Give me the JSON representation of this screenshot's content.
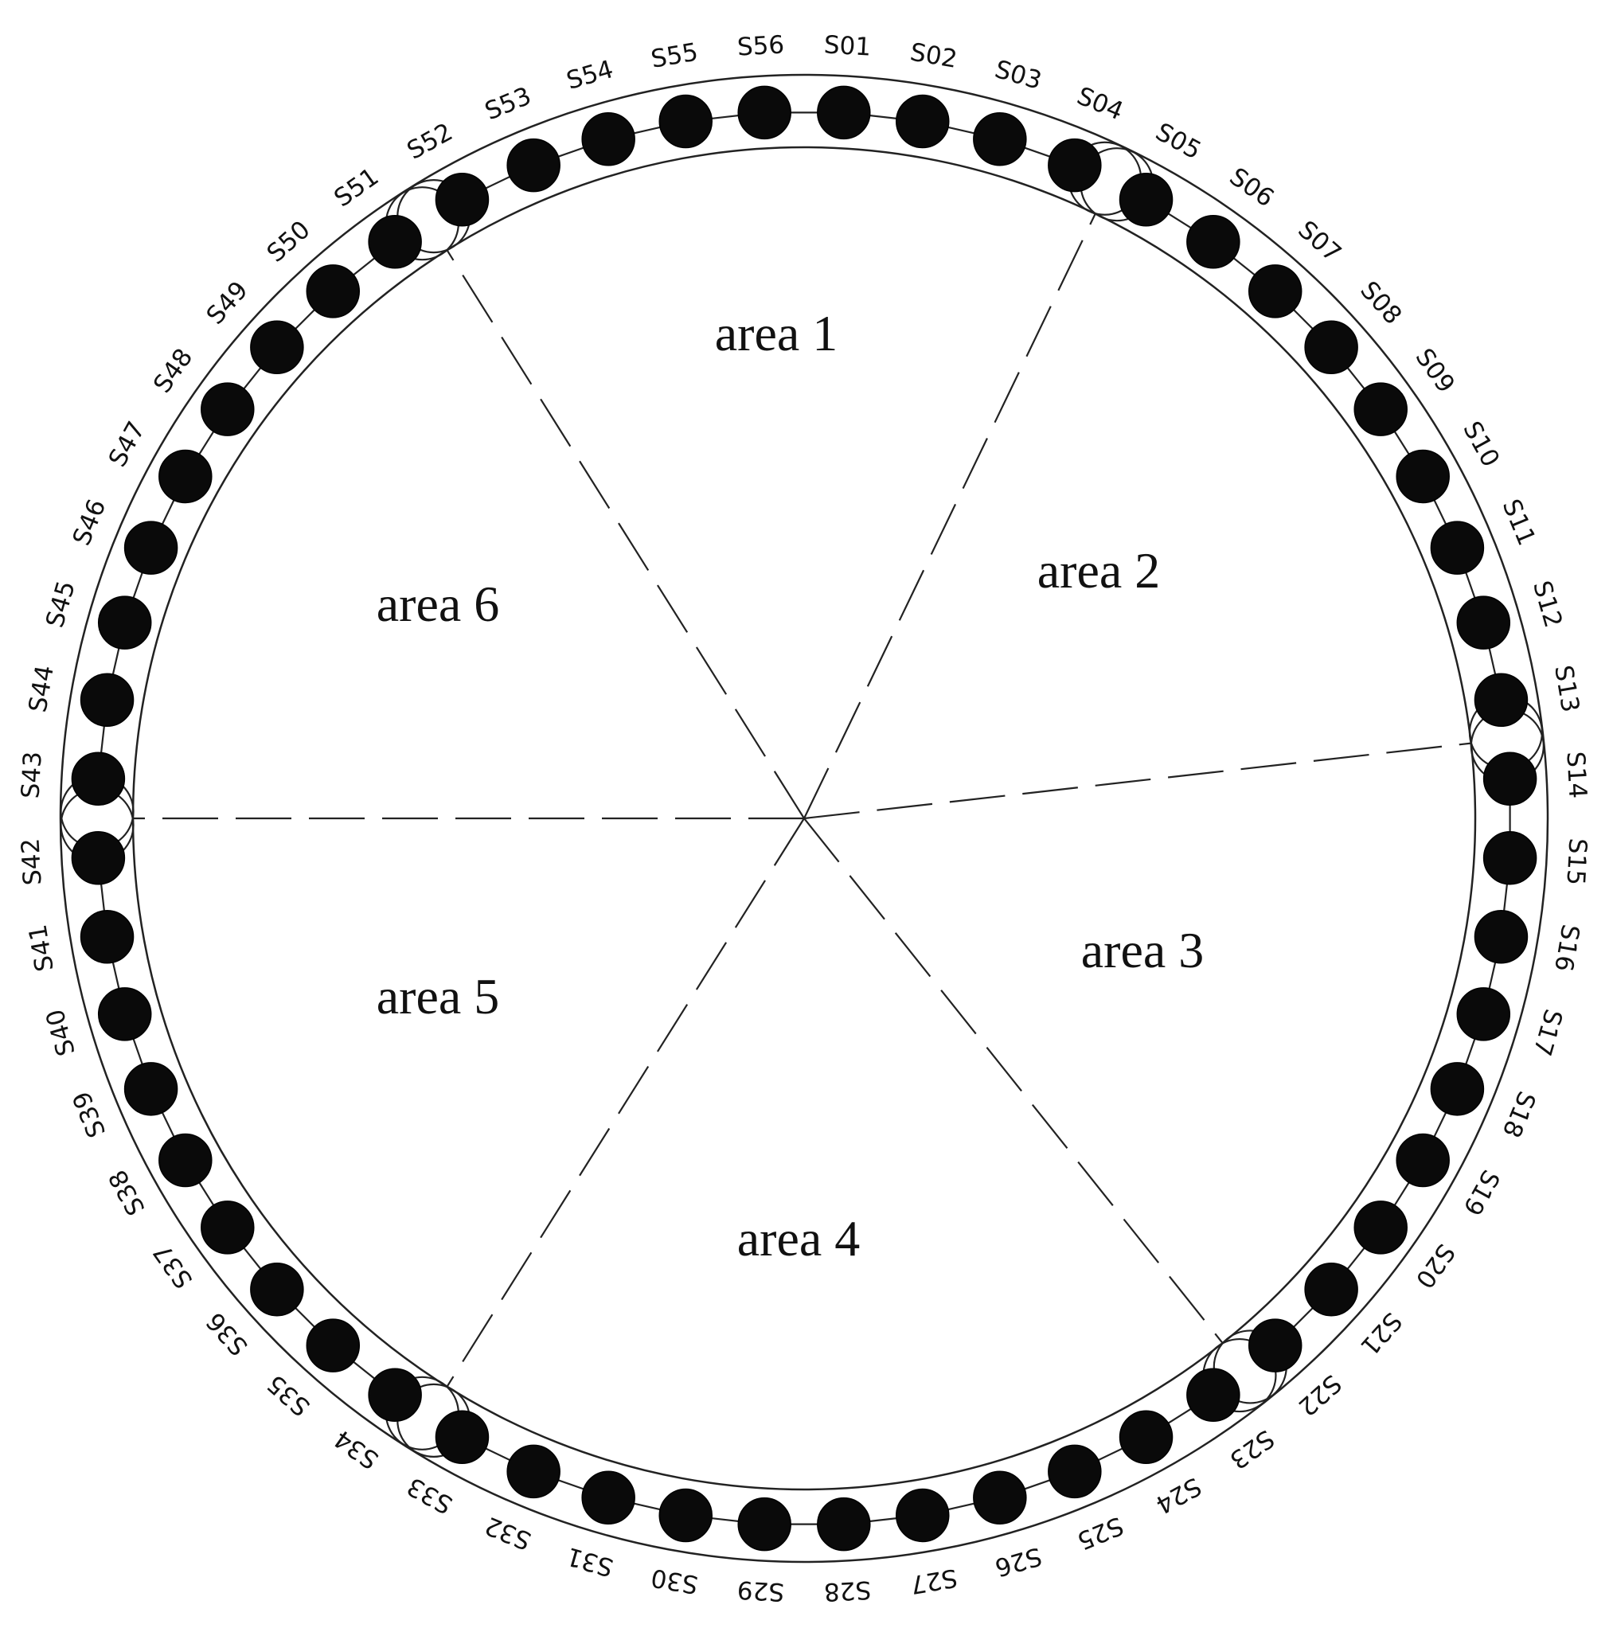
{
  "diagram": {
    "sensors": [
      "S01",
      "S02",
      "S03",
      "S04",
      "S05",
      "S06",
      "S07",
      "S08",
      "S09",
      "S10",
      "S11",
      "S12",
      "S13",
      "S14",
      "S15",
      "S16",
      "S17",
      "S18",
      "S19",
      "S20",
      "S21",
      "S22",
      "S23",
      "S24",
      "S25",
      "S26",
      "S27",
      "S28",
      "S29",
      "S30",
      "S31",
      "S32",
      "S33",
      "S34",
      "S35",
      "S36",
      "S37",
      "S38",
      "S39",
      "S40",
      "S41",
      "S42",
      "S43",
      "S44",
      "S45",
      "S46",
      "S47",
      "S48",
      "S49",
      "S50",
      "S51",
      "S52",
      "S53",
      "S54",
      "S55",
      "S56"
    ],
    "areas": [
      {
        "label": "area 1"
      },
      {
        "label": "area 2"
      },
      {
        "label": "area 3"
      },
      {
        "label": "area 4"
      },
      {
        "label": "area 5"
      },
      {
        "label": "area 6"
      }
    ],
    "area_boundaries": [
      "S04/S05",
      "S13/S14",
      "S22/S23",
      "S33/S34",
      "S42/S43",
      "S51/S52"
    ],
    "colors": {
      "sensor": "#0a0a0a",
      "line": "#222222",
      "background": "#ffffff"
    }
  }
}
